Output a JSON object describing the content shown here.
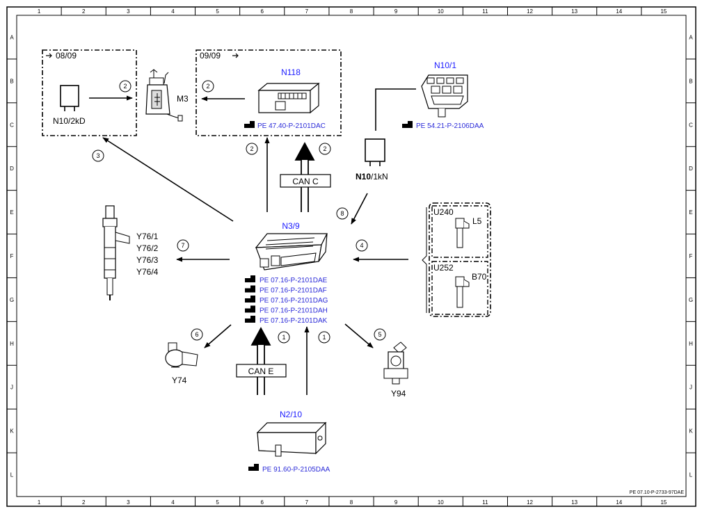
{
  "grid": {
    "columns": [
      "1",
      "2",
      "3",
      "4",
      "5",
      "6",
      "7",
      "8",
      "9",
      "10",
      "11",
      "12",
      "13",
      "14",
      "15"
    ],
    "rows": [
      "A",
      "B",
      "C",
      "D",
      "E",
      "F",
      "G",
      "H",
      "J",
      "K",
      "L"
    ]
  },
  "doc_id": "PE 07.10-P-2733-97DAE",
  "colors": {
    "label_blue": "#1a1aff",
    "link_blue": "#2a2ad8",
    "line": "#000000"
  },
  "components": {
    "n3_9": {
      "label": "N3/9",
      "refs": [
        "PE 07.16-P-2101DAE",
        "PE 07.16-P-2101DAF",
        "PE 07.16-P-2101DAG",
        "PE 07.16-P-2101DAH",
        "PE 07.16-P-2101DAK"
      ]
    },
    "n118": {
      "label": "N118",
      "ref": "PE 47.40-P-2101DAC"
    },
    "n10_1": {
      "label": "N10/1",
      "ref": "PE 54.21-P-2106DAA"
    },
    "n10_1kn": {
      "label_bold": "N10",
      "label_rest": "/1kN"
    },
    "n10_2kd": {
      "label": "N10/2kD"
    },
    "m3": {
      "label": "M3"
    },
    "n2_10": {
      "label": "N2/10",
      "ref": "PE 91.60-P-2105DAA"
    },
    "y76": {
      "labels": [
        "Y76/1",
        "Y76/2",
        "Y76/3",
        "Y76/4"
      ]
    },
    "y74": {
      "label": "Y74"
    },
    "y94": {
      "label": "Y94"
    },
    "u240": {
      "label": "U240",
      "sensor": "L5"
    },
    "u252": {
      "label": "U252",
      "sensor": "B70"
    }
  },
  "boxes": {
    "left_note": "08/09",
    "mid_note": "09/09"
  },
  "buses": {
    "can_c": "CAN C",
    "can_e": "CAN E"
  },
  "signals": {
    "n10kd_m3": "2",
    "n118_m3": "2",
    "n3_n118": "2",
    "can_c": "2",
    "n3_left_box": "3",
    "n10kn_n3": "8",
    "sensors_n3": "4",
    "n3_y76": "7",
    "n3_y74": "6",
    "n3_y94": "5",
    "can_e": "1",
    "n2_n3": "1"
  }
}
